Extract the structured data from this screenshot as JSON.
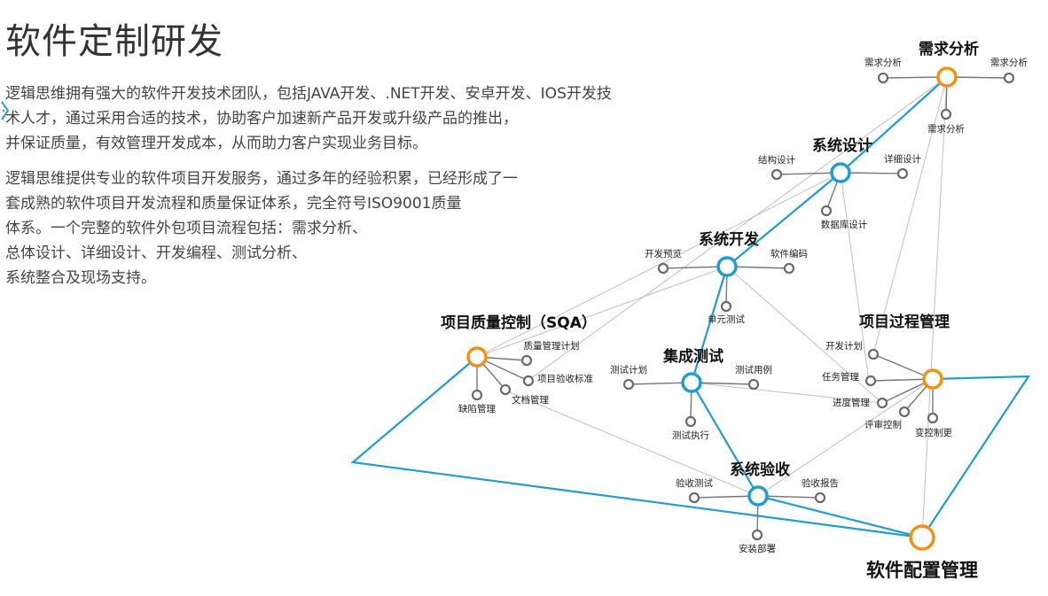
{
  "page": {
    "title": "软件定制研发",
    "intro_lines": [
      "逻辑思维拥有强大的软件开发技术团队，包括JAVA开发、.NET开发、安卓开发、IOS开发技",
      "术人才，通过采用合适的技术，协助客户加速新产品开发或升级产品的推出，",
      "并保证质量，有效管理开发成本，从而助力客户实现业务目标。"
    ],
    "detail_lines": [
      "逻辑思维提供专业的软件项目开发服务，通过多年的经验积累，已经形成了一",
      "套成熟的软件项目开发流程和质量保证体系，完全符号ISO9001质量",
      "体系。一个完整的软件外包项目流程包括：需求分析、",
      "总体设计、详细设计、开发编程、测试分析、",
      "系统整合及现场支持。"
    ]
  },
  "diagram": {
    "colors": {
      "orange": "#f3900f",
      "blue": "#1e9cd3",
      "gray_link": "#c4c4c4",
      "spoke": "#777777"
    },
    "hubs": {
      "xuqiu": {
        "label": "需求分析",
        "color": "orange",
        "subs": [
          "需求分析",
          "需求分析",
          "需求分析"
        ]
      },
      "xitongsheji": {
        "label": "系统设计",
        "color": "blue",
        "subs": [
          "结构设计",
          "详细设计",
          "数据库设计"
        ]
      },
      "xitongkaifa": {
        "label": "系统开发",
        "color": "blue",
        "subs": [
          "开发预览",
          "软件编码",
          "单元测试"
        ]
      },
      "sqa": {
        "label": "项目质量控制（SQA）",
        "color": "orange",
        "subs": [
          "质量管理计划",
          "项目验收标准",
          "文档管理",
          "缺陷管理"
        ]
      },
      "jicheng": {
        "label": "集成测试",
        "color": "blue",
        "subs": [
          "测试计划",
          "测试用例",
          "测试执行"
        ]
      },
      "guocheng": {
        "label": "项目过程管理",
        "color": "orange",
        "subs": [
          "开发计划",
          "任务管理",
          "进度管理",
          "评审控制",
          "变控制更"
        ]
      },
      "yanshou": {
        "label": "系统验收",
        "color": "blue",
        "subs": [
          "验收测试",
          "验收报告",
          "安装部署"
        ]
      },
      "peizhi": {
        "label": "软件配置管理",
        "color": "orange",
        "subs": []
      }
    }
  }
}
